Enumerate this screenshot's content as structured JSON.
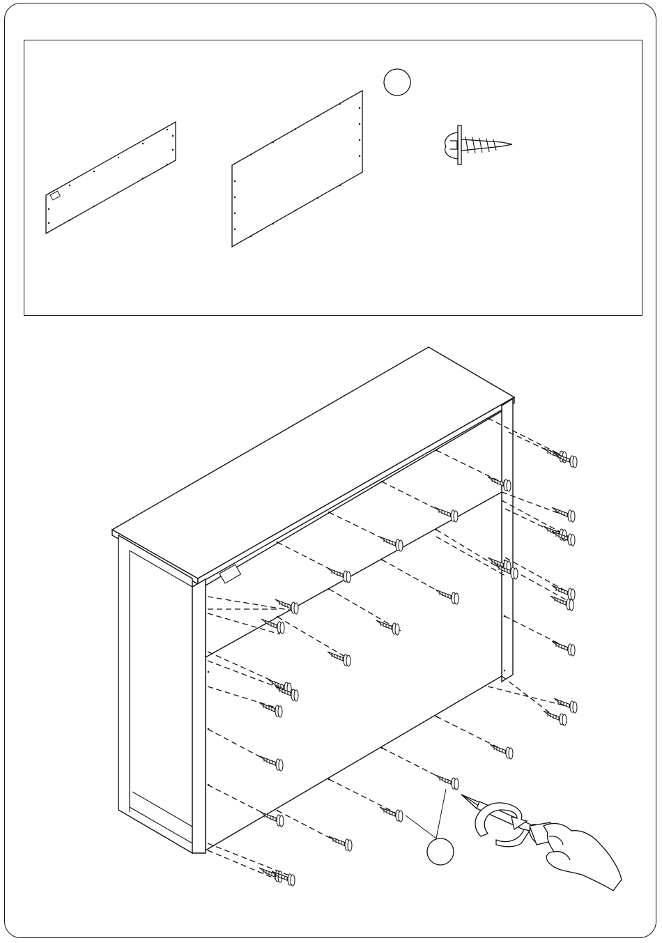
{
  "parts": {
    "panel_small": {
      "icon": "back-panel-narrow"
    },
    "panel_large": {
      "icon": "back-panel-wide"
    },
    "screw": {
      "icon": "wood-screw",
      "callout": ""
    }
  },
  "assembly": {
    "unit": "dresser-back-view",
    "tool": "screwdriver-icon",
    "action": "rotate-clockwise-arrow",
    "callout": ""
  },
  "colors": {
    "line": "#111111",
    "background": "#ffffff"
  }
}
